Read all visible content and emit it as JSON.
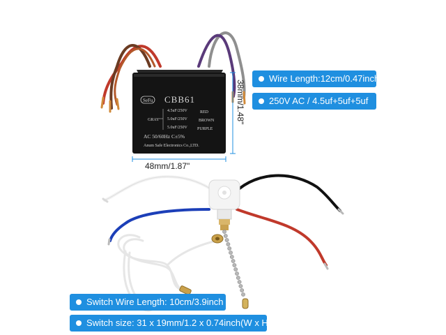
{
  "labels": {
    "wire_length": "Wire Length:12cm/0.47inch",
    "rating": "250V AC / 4.5uf+5uf+5uf",
    "switch_wire_length": "Switch Wire Length: 10cm/3.9inch",
    "switch_size": "Switch size:  31 x 19mm/1.2 x 0.74inch(W x H)"
  },
  "dimensions": {
    "width": "48mm/1.87\"",
    "height": "38mm/1.48\""
  },
  "capacitor": {
    "logo": "SeFu",
    "model": "CBB61",
    "cap1": "4.5uF/250V",
    "cap2": "5.0uF/250V",
    "cap3": "5.0uF/250V",
    "wire_gray": "GRAY",
    "wire_red": "RED",
    "wire_brown": "BROWN",
    "wire_purple": "PURPLE",
    "freq_tol": "AC  50/60Hz  C±5%",
    "maker": "Anum Safe Electronics Co.,LTD."
  },
  "colors": {
    "accent": "#1f8fe0",
    "wire_gray": "#9a9a9a",
    "wire_red": "#c0392b",
    "wire_brown": "#6b3b22",
    "wire_purple": "#6a3d8a",
    "wire_black": "#111111",
    "wire_blue": "#1c3fb8",
    "capacitor_body": "#141414"
  }
}
